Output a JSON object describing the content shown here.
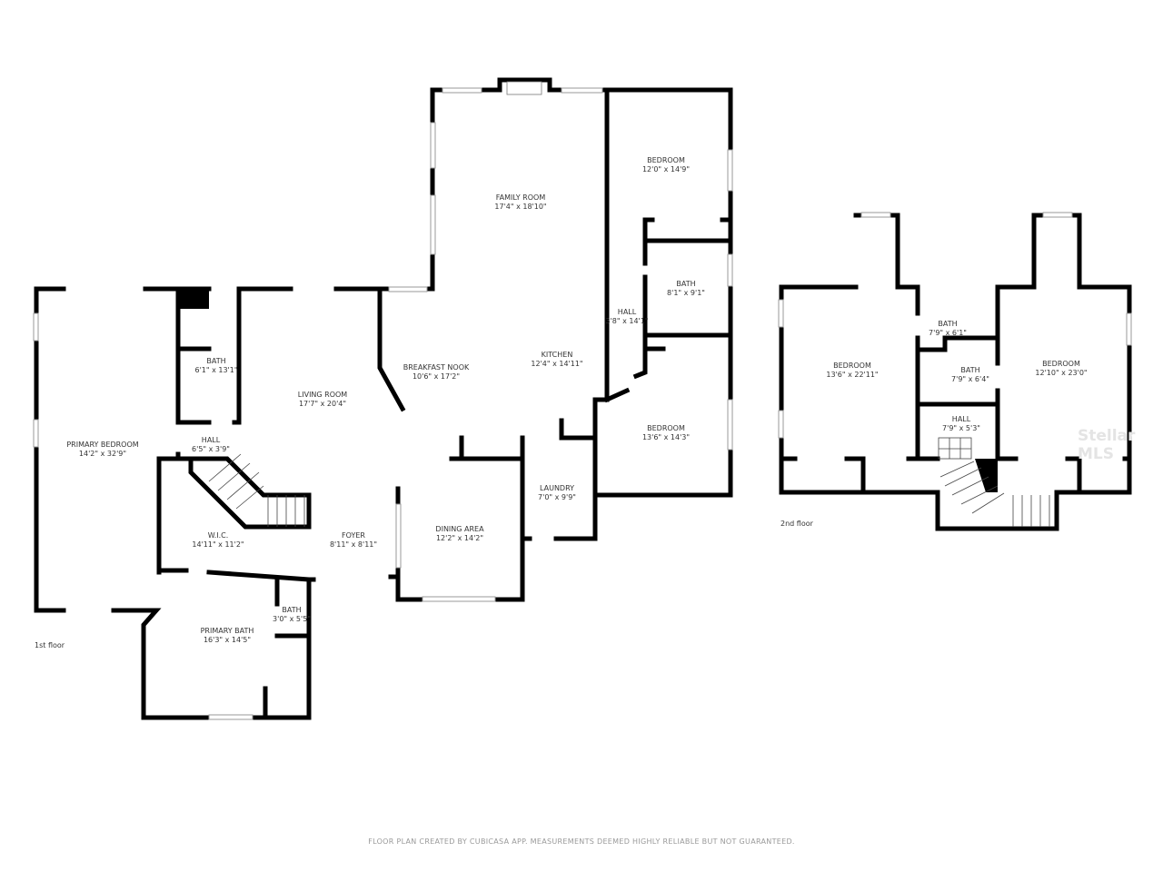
{
  "floors": [
    {
      "label": "1st floor",
      "rooms": [
        {
          "name": "PRIMARY BEDROOM",
          "size": "14'2\" x 32'9\""
        },
        {
          "name": "BATH",
          "size": "6'1\" x 13'1\""
        },
        {
          "name": "HALL",
          "size": "6'5\" x 3'9\""
        },
        {
          "name": "LIVING ROOM",
          "size": "17'7\" x 20'4\""
        },
        {
          "name": "W.I.C.",
          "size": "14'11\" x 11'2\""
        },
        {
          "name": "FOYER",
          "size": "8'11\" x 8'11\""
        },
        {
          "name": "BATH",
          "size": "3'0\" x 5'5\""
        },
        {
          "name": "PRIMARY BATH",
          "size": "16'3\" x 14'5\""
        },
        {
          "name": "FAMILY ROOM",
          "size": "17'4\" x 18'10\""
        },
        {
          "name": "BREAKFAST NOOK",
          "size": "10'6\" x 17'2\""
        },
        {
          "name": "KITCHEN",
          "size": "12'4\" x 14'11\""
        },
        {
          "name": "DINING AREA",
          "size": "12'2\" x 14'2\""
        },
        {
          "name": "LAUNDRY",
          "size": "7'0\" x 9'9\""
        },
        {
          "name": "BEDROOM",
          "size": "12'0\" x 14'9\""
        },
        {
          "name": "BATH",
          "size": "8'1\" x 9'1\""
        },
        {
          "name": "HALL",
          "size": "3'8\" x 14'1\""
        },
        {
          "name": "BEDROOM",
          "size": "13'6\" x 14'3\""
        }
      ]
    },
    {
      "label": "2nd floor",
      "rooms": [
        {
          "name": "BEDROOM",
          "size": "13'6\" x 22'11\""
        },
        {
          "name": "BATH",
          "size": "7'9\" x 6'1\""
        },
        {
          "name": "BATH",
          "size": "7'9\" x 6'4\""
        },
        {
          "name": "HALL",
          "size": "7'9\" x 5'3\""
        },
        {
          "name": "BEDROOM",
          "size": "12'10\" x 23'0\""
        }
      ]
    }
  ],
  "watermark": "Stellar MLS",
  "footer": "FLOOR PLAN CREATED BY CUBICASA APP. MEASUREMENTS DEEMED HIGHLY RELIABLE BUT NOT GUARANTEED."
}
